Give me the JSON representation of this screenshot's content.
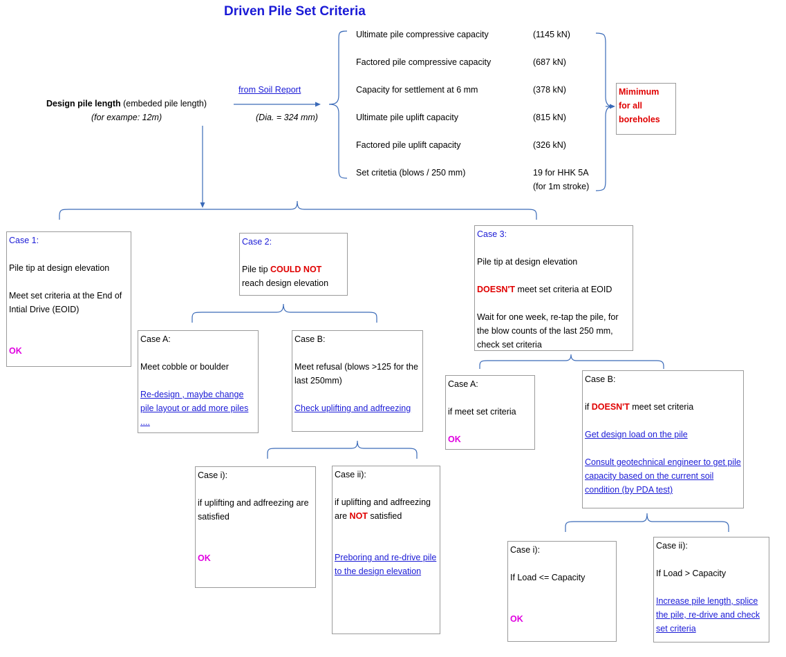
{
  "title": "Driven Pile Set Criteria",
  "design": {
    "label_bold": "Design pile length",
    "label_rest": " (embeded pile length)",
    "example": "(for exampe:  12m)",
    "from_report": "from Soil Report",
    "dia": "(Dia. = 324 mm)"
  },
  "capacities": [
    {
      "label": "Ultimate pile compressive capacity",
      "value": "(1145 kN)"
    },
    {
      "label": "Factored pile compressive capacity",
      "value": "(687 kN)"
    },
    {
      "label": "Capacity for settlement at 6 mm",
      "value": "(378 kN)"
    },
    {
      "label": "Ultimate pile uplift capacity",
      "value": "(815 kN)"
    },
    {
      "label": "Factored pile uplift capacity",
      "value": "(326 kN)"
    },
    {
      "label": "Set critetia (blows / 250 mm)",
      "value": "19 for HHK 5A",
      "value2": "(for 1m stroke)"
    }
  ],
  "minimum": {
    "l1": "Mimimum",
    "l2": "for all",
    "l3": "boreholes"
  },
  "case1": {
    "title": "Case 1:",
    "l1": "Pile  tip at design elevation",
    "l2": "Meet set criteria  at the End of Intial Drive (EOID)",
    "ok": "OK"
  },
  "case2": {
    "title": "Case 2:",
    "l1a": "Pile  tip  ",
    "l1b": "COULD NOT",
    "l2": "reach design elevation"
  },
  "case2a": {
    "title": "Case A:",
    "l1": "Meet cobble or boulder",
    "link": " Re-design , maybe change pile layout or add more piles ...."
  },
  "case2b": {
    "title": "Case B:",
    "l1": "Meet refusal (blows >125 for the last 250mm)",
    "link": "Check uplifting and adfreezing"
  },
  "case2bi": {
    "title": "Case i):",
    "l1": "if uplifting and adfreezing are satisfied",
    "ok": "OK"
  },
  "case2bii": {
    "title": "Case ii):",
    "l1a": "if uplifting and adfreezing are  ",
    "l1b": "NOT",
    "l1c": " satisfied",
    "link": "Preboring and re-drive pile to the design elevation"
  },
  "case3": {
    "title": "Case 3:",
    "l1": "Pile  tip  at design elevation",
    "l2a": "DOESN'T",
    "l2b": " meet set criteria at EOID",
    "l3": "Wait for one week, re-tap the pile, for the blow counts  of the last 250 mm, check set criteria"
  },
  "case3a": {
    "title": "Case A:",
    "l1": "if meet set criteria",
    "ok": "OK"
  },
  "case3b": {
    "title": "Case B:",
    "l1a": "if ",
    "l1b": "DOESN'T",
    "l1c": " meet set criteria",
    "link1": "Get design load on the pile",
    "link2": "Consult geotechnical engineer to get pile capacity based on the current soil condition (by PDA test)"
  },
  "case3bi": {
    "title": "Case i):",
    "l1": "If Load <= Capacity",
    "ok": "OK"
  },
  "case3bii": {
    "title": "Case ii):",
    "l1": "If Load > Capacity",
    "link": "Increase pile length, splice the pile, re-drive and check set criteria"
  },
  "colors": {
    "accent": "#1a1ad6",
    "alert": "#e00000",
    "ok": "#e000e0",
    "connector": "#3a6ab8",
    "border": "#9a9a9a"
  }
}
